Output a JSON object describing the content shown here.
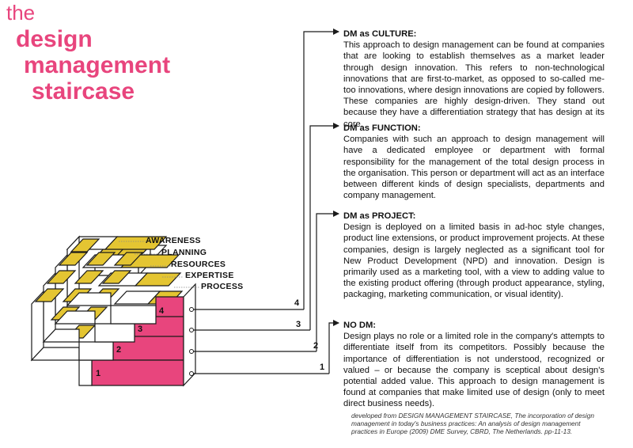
{
  "title": {
    "line1": "the",
    "line2": "design",
    "line3": "management",
    "line4": "staircase"
  },
  "colors": {
    "accent": "#e8457d",
    "yellow": "#e4c532",
    "white_face": "#ffffff",
    "line": "#1a1a1a"
  },
  "steps": [
    {
      "number": "1",
      "label": "PROCESS"
    },
    {
      "number": "2",
      "label": "EXPERTISE"
    },
    {
      "number": "3",
      "label": "RESOURCES"
    },
    {
      "number": "4",
      "label": "PLANNING"
    },
    {
      "number": "",
      "label": "AWARENESS"
    }
  ],
  "blocks": {
    "culture": {
      "heading": "DM as CULTURE:",
      "text": "This approach to design management can be found at companies that are looking to establish themselves as a market leader through design innovation. This refers to non-technological innovations that are first-to-market, as opposed to so-called me-too innovations, where design innovations are copied by followers. These companies are highly design-driven. They stand out because they have a differentiation strategy that has design at its core."
    },
    "function": {
      "heading": "DM as FUNCTION:",
      "text": "Companies with such an approach to design management will have a dedicated employee or department with formal responsibility for the management of the total design process in the organisation. This person or department will act as an interface between different kinds of design specialists, departments and company management."
    },
    "project": {
      "heading": "DM as PROJECT:",
      "text": "Design is deployed on a limited basis in ad-hoc style changes, product line extensions, or product improvement projects. At these companies, design is largely neglected as a significant tool for New Product Development (NPD) and innovation. Design is primarily used as a marketing tool, with a view to adding value to the existing product offering (through product appearance, styling, packaging, marketing communication, or visual identity)."
    },
    "nodm": {
      "heading": "NO DM:",
      "text": "Design plays no role or a limited role in the company's attempts to differentiate itself from its competitors. Possibly because the importance of differentiation is not understood, recognized or valued – or because the company is sceptical about design's potential added value. This approach to design management is found at companies that make limited use of design (only to meet direct business needs)."
    }
  },
  "connector_numbers": [
    "4",
    "3",
    "2",
    "1"
  ],
  "footnote": "developed from DESIGN MANAGEMENT STAIRCASE, The incorporation of design management in today's business practices: An analysis of design management practices in Europe (2009) DME Survey, CBRD, The Netherlands. pp-11-13."
}
